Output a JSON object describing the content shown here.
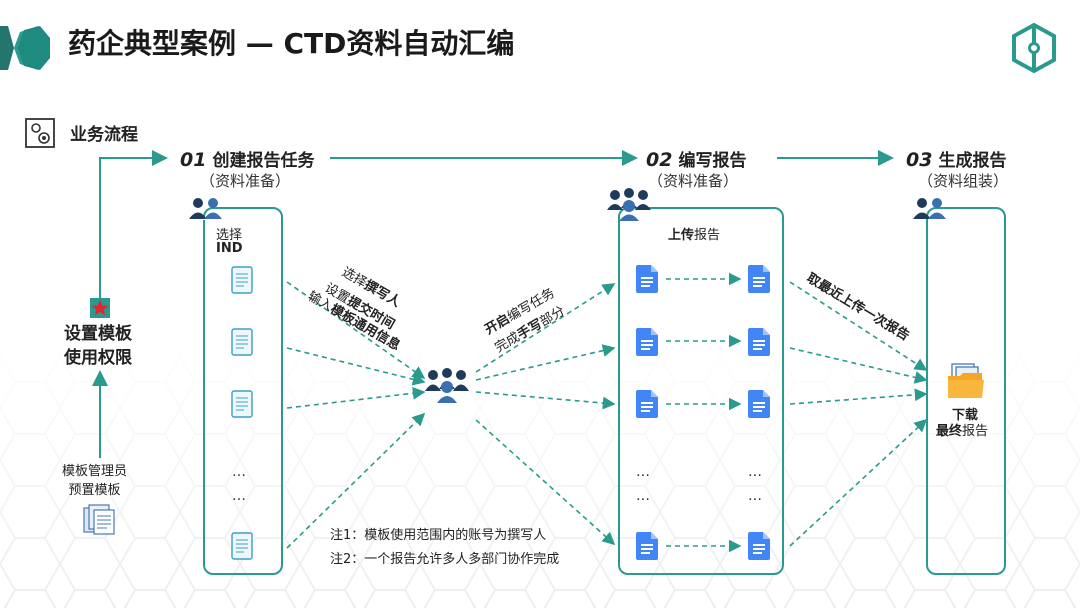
{
  "slide": {
    "title": "药企典型案例 — CTD资料自动汇编",
    "section_label": "业务流程"
  },
  "left": {
    "setup_line1": "设置模板",
    "setup_line2": "使用权限",
    "admin_line1": "模板管理员",
    "admin_line2": "预置模板"
  },
  "stages": [
    {
      "num": "01",
      "name": "创建报告任务",
      "sub": "（资料准备）"
    },
    {
      "num": "02",
      "name": "编写报告",
      "sub": "（资料准备）"
    },
    {
      "num": "03",
      "name": "生成报告",
      "sub": "（资料组装）"
    }
  ],
  "box1": {
    "select_label": "选择",
    "select_value": "IND",
    "dots": "…"
  },
  "box2": {
    "upload_prefix": "上传",
    "upload_suffix": "报告",
    "dots": "…"
  },
  "box3": {
    "download": "下载",
    "final_bold": "最终",
    "final_rest": "报告"
  },
  "annotations": {
    "a1_l1_pre": "选择",
    "a1_l1_bold": "撰写人",
    "a1_l2_pre": "设置",
    "a1_l2_bold": "提交时间",
    "a1_l3_pre": "输入",
    "a1_l3_bold": "模板通用信息",
    "a2_l1_bold": "开启",
    "a2_l1_rest": "编写任务",
    "a2_l2_pre": "完成",
    "a2_l2_bold": "手写",
    "a2_l2_rest": "部分",
    "a3": "取最近上传一次报告"
  },
  "notes": {
    "n1": "注1：模板使用范围内的账号为撰写人",
    "n2": "注2：一个报告允许多人多部门协作完成"
  },
  "colors": {
    "accent": "#2a9a8e",
    "doc_blue": "#4285f4",
    "person_navy": "#1f3b5c",
    "star_red": "#e0262e"
  },
  "icons": [
    "hexagon-logo-icon",
    "process-icon",
    "users-icon",
    "group-icon",
    "scroll-doc-icon",
    "google-doc-icon",
    "folder-icon",
    "star-icon",
    "document-stack-icon"
  ]
}
